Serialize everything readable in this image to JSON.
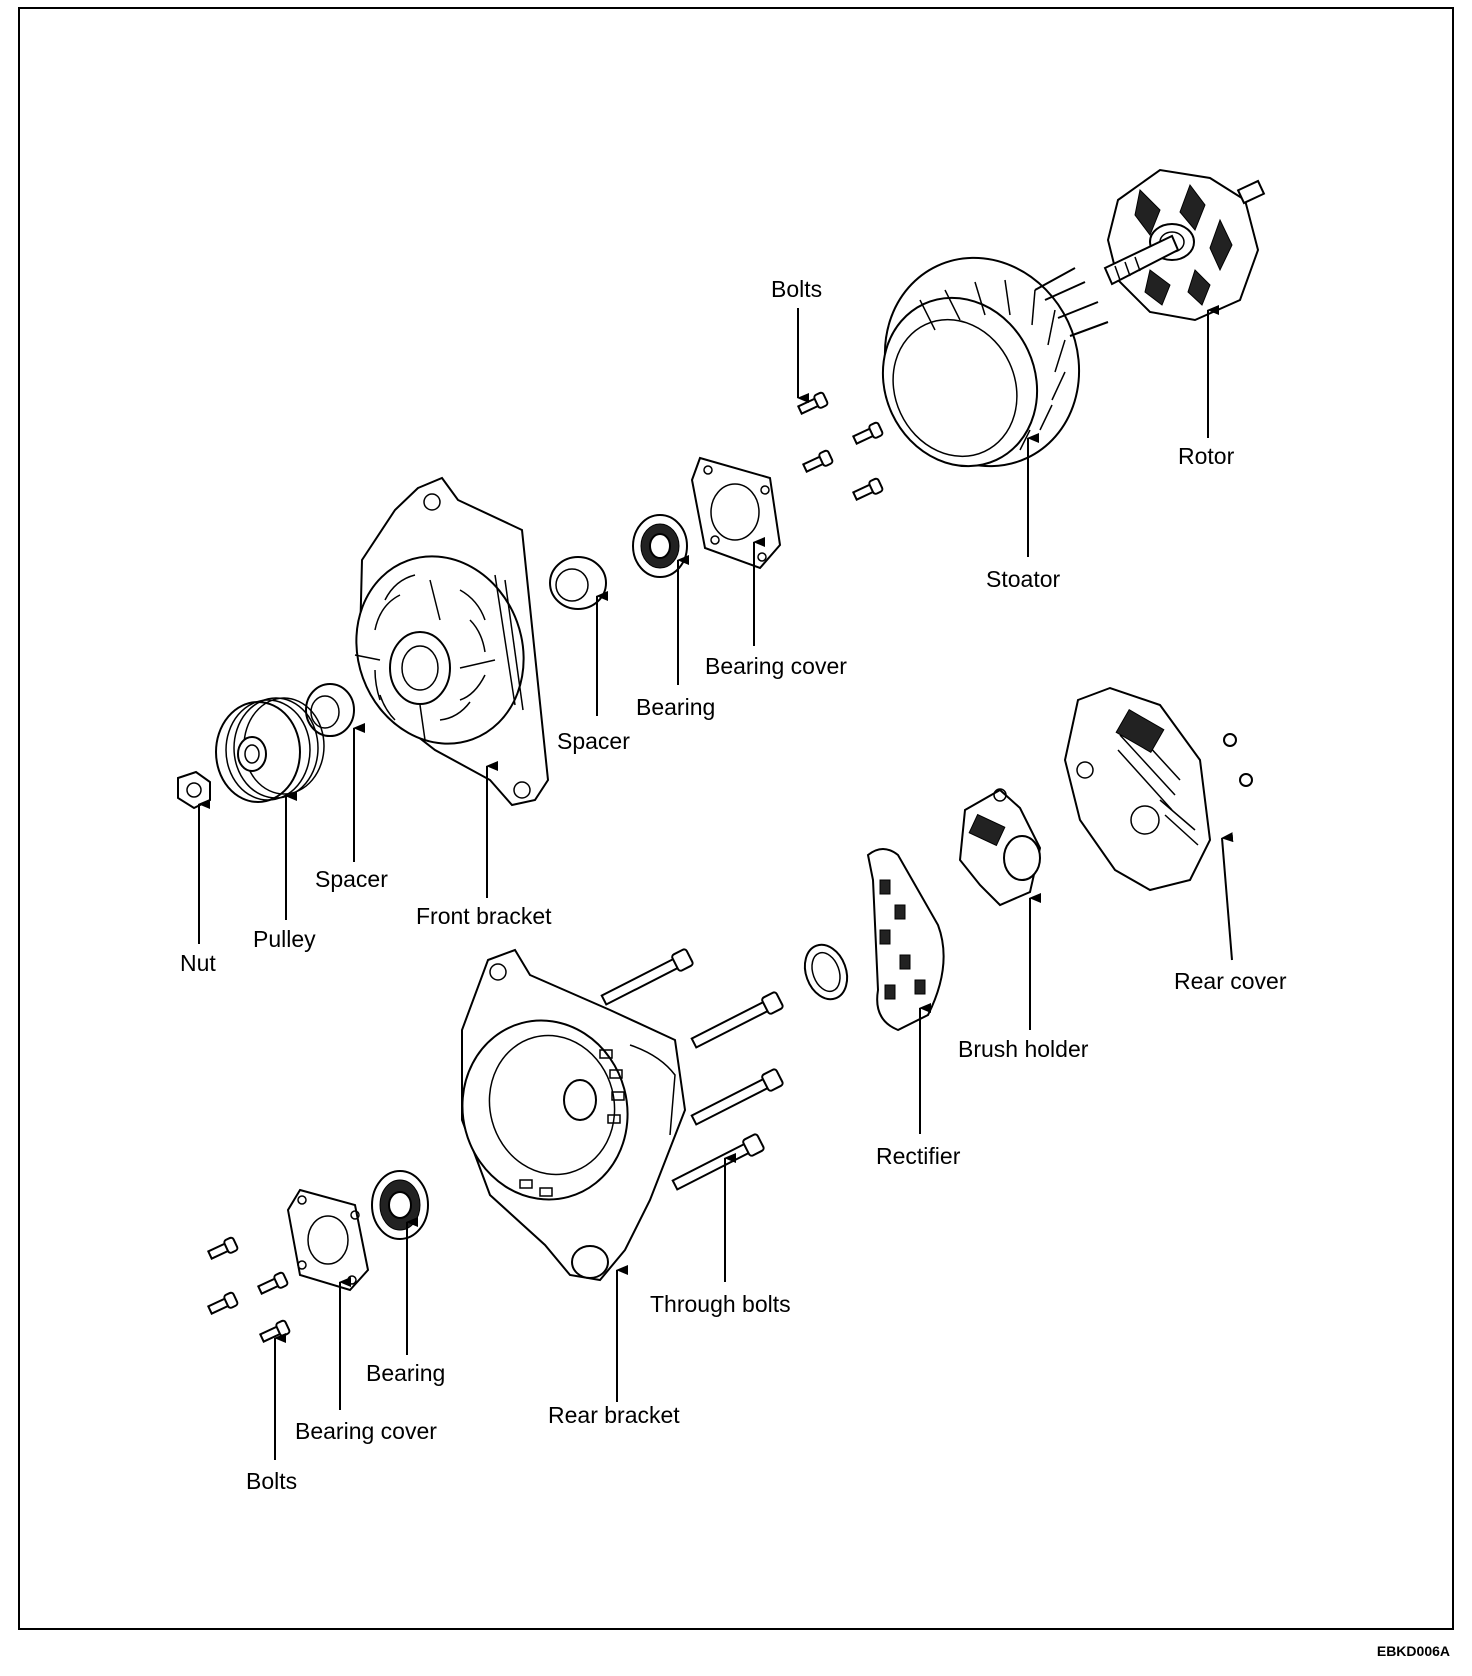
{
  "labels": {
    "bolts_top": "Bolts",
    "rotor": "Rotor",
    "stoator": "Stoator",
    "bearing_cover_top": "Bearing cover",
    "bearing_top": "Bearing",
    "spacer_top": "Spacer",
    "spacer_left": "Spacer",
    "front_bracket": "Front bracket",
    "pulley": "Pulley",
    "nut": "Nut",
    "rear_cover": "Rear cover",
    "brush_holder": "Brush holder",
    "rectifier": "Rectifier",
    "through_bolts": "Through bolts",
    "rear_bracket": "Rear bracket",
    "bearing_bottom": "Bearing",
    "bearing_cover_bottom": "Bearing cover",
    "bolts_bottom": "Bolts"
  },
  "figure_code": "EBKD006A"
}
